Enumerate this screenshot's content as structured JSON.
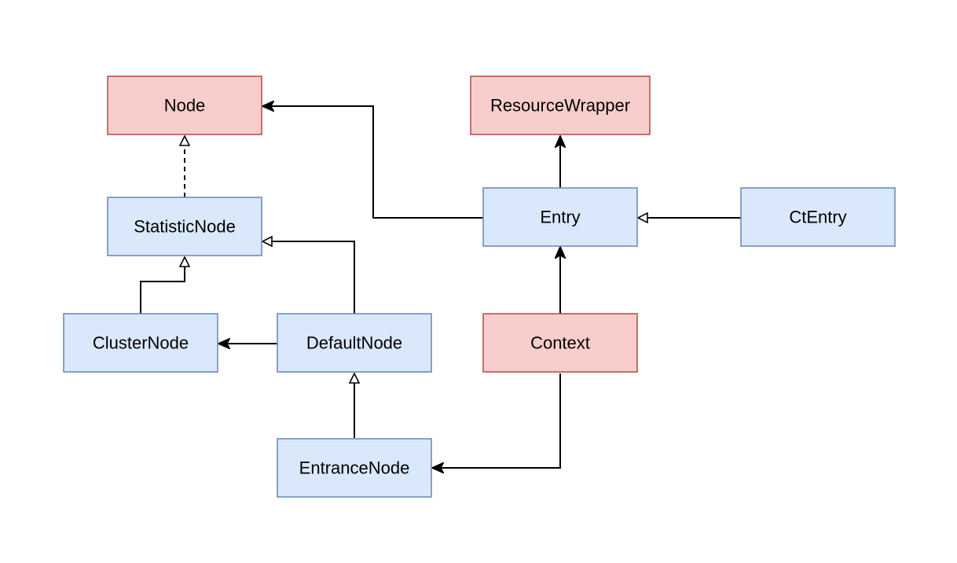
{
  "nodes": {
    "node": {
      "label": "Node",
      "color": "#f8cecc"
    },
    "resource_wrapper": {
      "label": "ResourceWrapper",
      "color": "#f8cecc"
    },
    "statistic_node": {
      "label": "StatisticNode",
      "color": "#dae8fc"
    },
    "entry": {
      "label": "Entry",
      "color": "#dae8fc"
    },
    "ct_entry": {
      "label": "CtEntry",
      "color": "#dae8fc"
    },
    "cluster_node": {
      "label": "ClusterNode",
      "color": "#dae8fc"
    },
    "default_node": {
      "label": "DefaultNode",
      "color": "#dae8fc"
    },
    "context": {
      "label": "Context",
      "color": "#f8cecc"
    },
    "entrance_node": {
      "label": "EntranceNode",
      "color": "#dae8fc"
    }
  },
  "edges": [
    {
      "from": "statistic_node",
      "to": "node",
      "style": "dashed",
      "head": "hollow-triangle"
    },
    {
      "from": "cluster_node",
      "to": "statistic_node",
      "style": "solid",
      "head": "hollow-triangle"
    },
    {
      "from": "default_node",
      "to": "statistic_node",
      "style": "solid",
      "head": "hollow-triangle"
    },
    {
      "from": "default_node",
      "to": "cluster_node",
      "style": "solid",
      "head": "filled-arrow"
    },
    {
      "from": "entrance_node",
      "to": "default_node",
      "style": "solid",
      "head": "hollow-triangle"
    },
    {
      "from": "entry",
      "to": "node",
      "style": "solid",
      "head": "filled-arrow"
    },
    {
      "from": "entry",
      "to": "resource_wrapper",
      "style": "solid",
      "head": "filled-arrow"
    },
    {
      "from": "ct_entry",
      "to": "entry",
      "style": "solid",
      "head": "hollow-triangle"
    },
    {
      "from": "context",
      "to": "entry",
      "style": "solid",
      "head": "filled-arrow"
    },
    {
      "from": "context",
      "to": "entrance_node",
      "style": "solid",
      "head": "filled-arrow"
    }
  ]
}
